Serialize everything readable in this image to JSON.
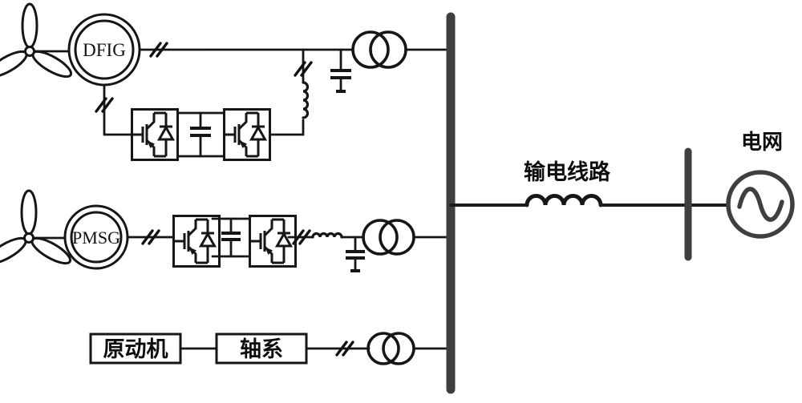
{
  "diagram": {
    "description": "Single-line schematic of a mixed wind farm (DFIG and PMSG wind turbines plus a synchronous prime-mover/shaft unit) connected through step-up transformers to a common bus, a transmission-line inductance, a grid bus and the AC grid source.",
    "background": "#ffffff",
    "colors": {
      "wire": "#161616",
      "busbar": "#3f3f3f",
      "text": "#111111"
    },
    "labels": {
      "dfig": "DFIG",
      "pmsg": "PMSG",
      "prime_mover": "原动机",
      "shaft_system": "轴系",
      "transmission_line": "输电线路",
      "grid": "电网"
    },
    "components": [
      {
        "name": "dfig-wind-turbine-icon",
        "type": "wind-turbine-rotor"
      },
      {
        "name": "dfig-generator-icon",
        "type": "double-circle-machine",
        "label": "DFIG"
      },
      {
        "name": "dfig-rotor-side-converter-icon",
        "type": "igbt-converter-module"
      },
      {
        "name": "dfig-dc-link-capacitor-icon",
        "type": "capacitor"
      },
      {
        "name": "dfig-grid-side-converter-icon",
        "type": "igbt-converter-module"
      },
      {
        "name": "dfig-filter-inductor-icon",
        "type": "inductor-vertical"
      },
      {
        "name": "dfig-shunt-capacitor-icon",
        "type": "shunt-capacitor"
      },
      {
        "name": "dfig-step-up-transformer-icon",
        "type": "two-winding-transformer"
      },
      {
        "name": "pmsg-wind-turbine-icon",
        "type": "wind-turbine-rotor"
      },
      {
        "name": "pmsg-generator-icon",
        "type": "double-circle-machine",
        "label": "PMSG"
      },
      {
        "name": "pmsg-machine-side-converter-icon",
        "type": "igbt-converter-module"
      },
      {
        "name": "pmsg-dc-link-capacitor-icon",
        "type": "capacitor"
      },
      {
        "name": "pmsg-grid-side-converter-icon",
        "type": "igbt-converter-module"
      },
      {
        "name": "pmsg-filter-inductor-icon",
        "type": "inductor-horizontal"
      },
      {
        "name": "pmsg-shunt-capacitor-icon",
        "type": "shunt-capacitor"
      },
      {
        "name": "pmsg-step-up-transformer-icon",
        "type": "two-winding-transformer"
      },
      {
        "name": "prime-mover-block",
        "type": "labeled-box",
        "label": "原动机"
      },
      {
        "name": "shaft-system-block",
        "type": "labeled-box",
        "label": "轴系"
      },
      {
        "name": "sync-unit-transformer-icon",
        "type": "two-winding-transformer"
      },
      {
        "name": "pcc-busbar-icon",
        "type": "busbar-vertical"
      },
      {
        "name": "transmission-line-inductor-icon",
        "type": "inductor-horizontal"
      },
      {
        "name": "grid-busbar-icon",
        "type": "busbar-vertical"
      },
      {
        "name": "grid-ac-source-icon",
        "type": "ac-source-circle",
        "label": "电网"
      },
      {
        "name": "three-phase-slash-icon",
        "type": "phase-tick-marks"
      }
    ]
  }
}
